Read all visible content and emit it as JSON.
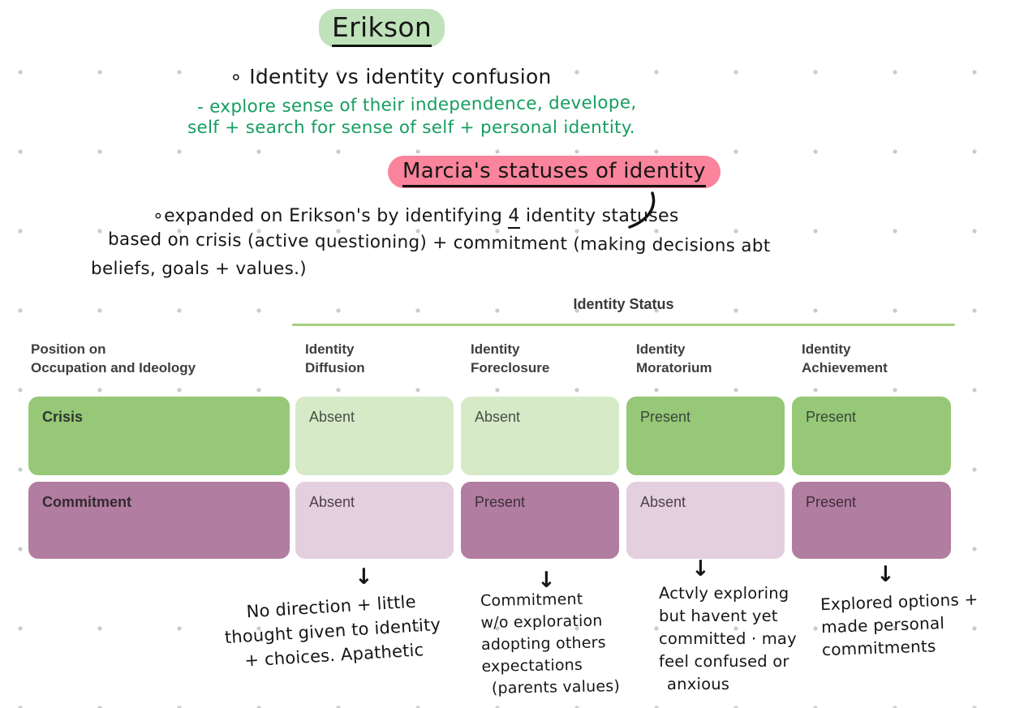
{
  "erikson": {
    "title": "Erikson",
    "bullet_line": "∘ Identity vs identity confusion",
    "detail_line1": "- explore sense of their independence, develope,",
    "detail_line2": "self + search for sense of self + personal identity."
  },
  "marcia": {
    "title": "Marcia's statuses of identity",
    "line1_pre": "∘expanded on Erikson's by identifying ",
    "line1_num": "4",
    "line1_post": " identity statuses",
    "line2": "based on crisis (active questioning) + commitment (making decisions abt",
    "line3": "beliefs, goals + values.)"
  },
  "table": {
    "group_header": "Identity Status",
    "corner": {
      "line1": "Position on",
      "line2": "Occupation and Ideology"
    },
    "columns": [
      {
        "line1": "Identity",
        "line2": "Diffusion"
      },
      {
        "line1": "Identity",
        "line2": "Foreclosure"
      },
      {
        "line1": "Identity",
        "line2": "Moratorium"
      },
      {
        "line1": "Identity",
        "line2": "Achievement"
      }
    ],
    "rows": [
      {
        "label": "Crisis",
        "values": [
          "Absent",
          "Absent",
          "Present",
          "Present"
        ]
      },
      {
        "label": "Commitment",
        "values": [
          "Absent",
          "Present",
          "Absent",
          "Present"
        ]
      }
    ]
  },
  "annotations": {
    "arrow_glyph": "↓",
    "items": [
      {
        "lines": [
          "No direction + little",
          "thought given to identity",
          "+ choices. Apathetic"
        ]
      },
      {
        "lines": [
          "Commitment",
          "w/o exploration",
          "adopting others",
          "expectations",
          "(parents values)"
        ]
      },
      {
        "lines": [
          "Actvly exploring",
          "but havent yet",
          "committed · may",
          "feel confused or",
          "anxious"
        ]
      },
      {
        "lines": [
          "Explored options +",
          "made personal",
          "commitments"
        ]
      }
    ]
  },
  "colors": {
    "green_highlight": "#bfe2ba",
    "pink_highlight": "#f9849b",
    "green_ink": "#169e60",
    "black_ink": "#161616",
    "table_green_strong": "#96c878",
    "table_green_light": "#d7eac7",
    "table_mauve_strong": "#b17da0",
    "table_mauve_light": "#e4cfdf",
    "table_divider_green": "#a6ce7e",
    "dot_grid": "#c8ccd1"
  }
}
